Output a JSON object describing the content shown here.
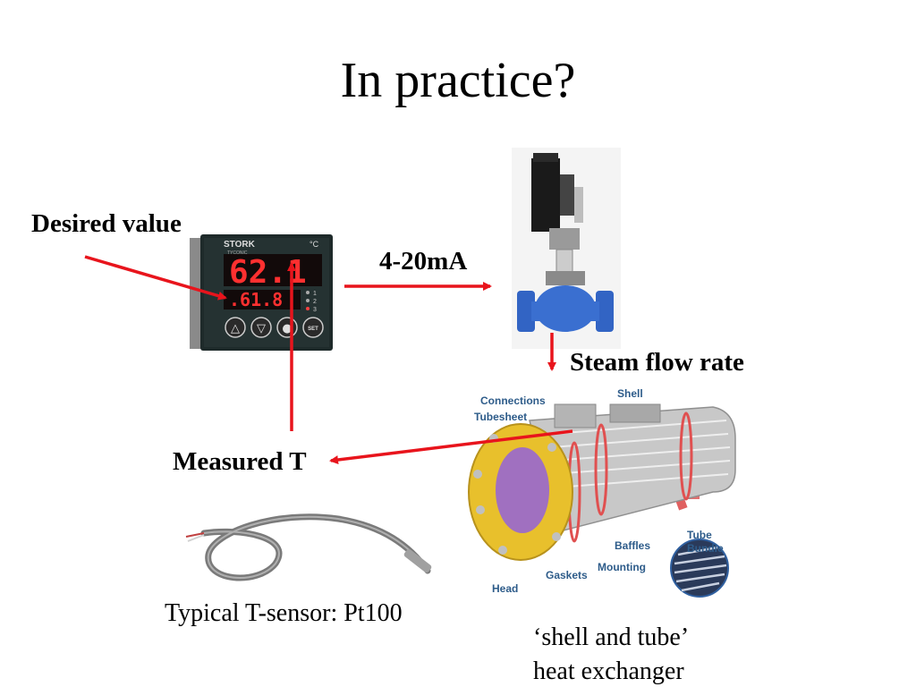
{
  "title": "In practice?",
  "labels": {
    "desired_value": "Desired value",
    "signal": "4-20mA",
    "steam_flow": "Steam flow rate",
    "measured_t": "Measured T",
    "sensor_caption": "Typical T-sensor: Pt100",
    "hx_caption_line1": "‘shell and tube’",
    "hx_caption_line2": "heat exchanger"
  },
  "controller": {
    "brand": "STORK",
    "model": "TYCONIC",
    "unit": "°C",
    "main_display": "62.1",
    "sub_display": ".61.8",
    "indicators": [
      "1",
      "2",
      "3"
    ],
    "buttons": [
      "△",
      "▽",
      "●",
      "SET"
    ]
  },
  "heat_exchanger_parts": {
    "connections": "Connections",
    "tubesheet": "Tubesheet",
    "shell": "Shell",
    "baffles": "Baffles",
    "tube_bundle_1": "Tube",
    "tube_bundle_2": "Bundle",
    "mounting": "Mounting",
    "gaskets": "Gaskets",
    "head": "Head"
  },
  "colors": {
    "arrow": "#e8141c",
    "display_text": "#ff3030",
    "valve_body": "#3a6fd0",
    "part_label": "#2e5c8a",
    "flange": "#e8c02c"
  }
}
